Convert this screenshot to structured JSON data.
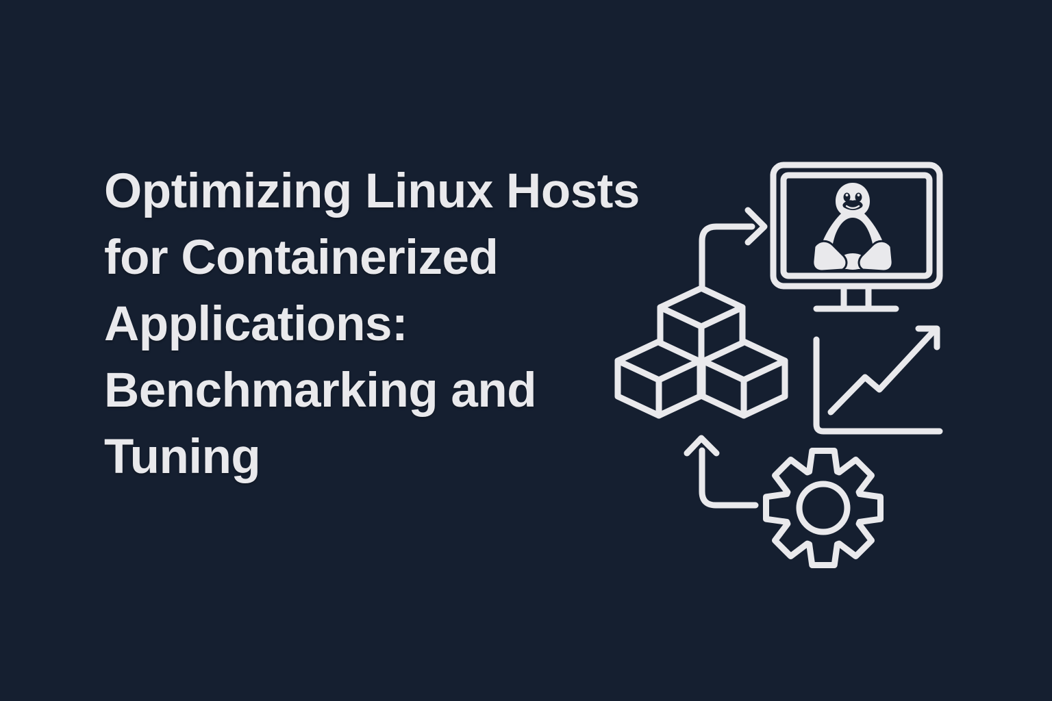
{
  "title": {
    "lines": [
      "Optimizing Linux Hosts",
      "for Containerized",
      "Applications:",
      "Benchmarking and",
      "Tuning"
    ],
    "full_text": "Optimizing Linux Hosts for Containerized Applications: Benchmarking and Tuning"
  },
  "colors": {
    "background": "#151F30",
    "foreground": "#E9E9EC"
  },
  "illustration": {
    "icons": [
      {
        "name": "linux-monitor-icon",
        "description": "Computer monitor displaying Tux the Linux penguin"
      },
      {
        "name": "container-cubes-icon",
        "description": "Three stacked isometric container cubes"
      },
      {
        "name": "growth-chart-icon",
        "description": "Line chart trending upward with arrow"
      },
      {
        "name": "gear-icon",
        "description": "Settings / tuning gear"
      },
      {
        "name": "arrow-cubes-to-monitor-icon",
        "description": "Elbow arrow pointing from containers to Linux host monitor"
      },
      {
        "name": "arrow-gear-to-cubes-icon",
        "description": "Elbow arrow pointing from gear up to containers"
      }
    ]
  }
}
